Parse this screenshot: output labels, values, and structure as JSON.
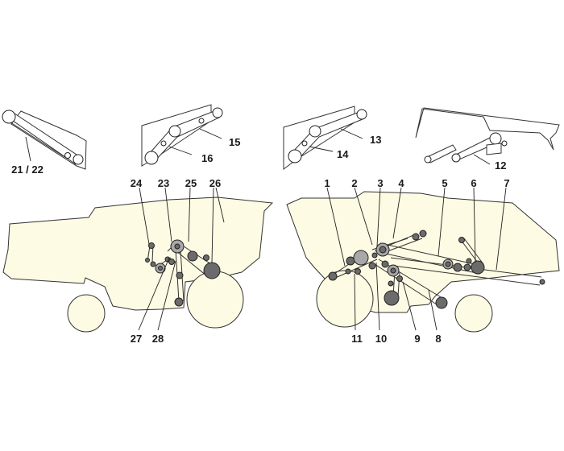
{
  "labels": {
    "l1": "1",
    "l2": "2",
    "l3": "3",
    "l4": "4",
    "l5": "5",
    "l6": "6",
    "l7": "7",
    "l8": "8",
    "l9": "9",
    "l10": "10",
    "l11": "11",
    "l12": "12",
    "l13": "13",
    "l14": "14",
    "l15": "15",
    "l16": "16",
    "l21_22": "21 / 22",
    "l23": "23",
    "l24": "24",
    "l25": "25",
    "l26": "26",
    "l27": "27",
    "l28": "28"
  },
  "colors": {
    "body_fill": "#fdfbe3",
    "pulley_dark": "#6b6b6b",
    "pulley_grey": "#a8a8a8",
    "line": "#333333"
  }
}
